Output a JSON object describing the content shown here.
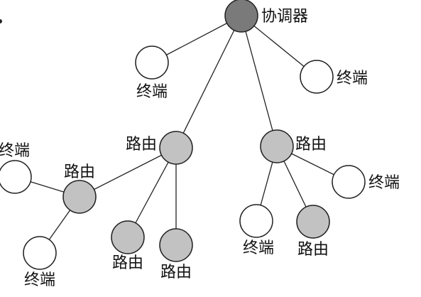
{
  "diagram": {
    "colors": {
      "coordinator": "#7a7a7a",
      "router": "#c2c2c2",
      "terminal": "#ffffff",
      "stroke": "#222222"
    },
    "labels": {
      "coordinator": "协调器",
      "router": "路由",
      "terminal": "终端"
    },
    "nodes": [
      {
        "id": "coordinator",
        "role": "coordinator",
        "label": "协调器"
      },
      {
        "id": "terminal-top-left",
        "role": "terminal",
        "label": "终端"
      },
      {
        "id": "terminal-top-right",
        "role": "terminal",
        "label": "终端"
      },
      {
        "id": "router-center-left",
        "role": "router",
        "label": "路由"
      },
      {
        "id": "router-center-right",
        "role": "router",
        "label": "路由"
      },
      {
        "id": "router-left",
        "role": "router",
        "label": "路由"
      },
      {
        "id": "terminal-far-left",
        "role": "terminal",
        "label": "终端"
      },
      {
        "id": "terminal-bottom-left",
        "role": "terminal",
        "label": "终端"
      },
      {
        "id": "router-bottom-a",
        "role": "router",
        "label": "路由"
      },
      {
        "id": "router-bottom-b",
        "role": "router",
        "label": "路由"
      },
      {
        "id": "terminal-bottom-right-a",
        "role": "terminal",
        "label": "终端"
      },
      {
        "id": "router-bottom-c",
        "role": "router",
        "label": "路由"
      },
      {
        "id": "terminal-right",
        "role": "terminal",
        "label": "终端"
      }
    ],
    "edges": [
      [
        "coordinator",
        "terminal-top-left"
      ],
      [
        "coordinator",
        "terminal-top-right"
      ],
      [
        "coordinator",
        "router-center-left"
      ],
      [
        "coordinator",
        "router-center-right"
      ],
      [
        "router-center-left",
        "router-left"
      ],
      [
        "router-center-left",
        "router-bottom-a"
      ],
      [
        "router-center-left",
        "router-bottom-b"
      ],
      [
        "router-left",
        "terminal-far-left"
      ],
      [
        "router-left",
        "terminal-bottom-left"
      ],
      [
        "router-center-right",
        "terminal-right"
      ],
      [
        "router-center-right",
        "terminal-bottom-right-a"
      ],
      [
        "router-center-right",
        "router-bottom-c"
      ]
    ]
  }
}
